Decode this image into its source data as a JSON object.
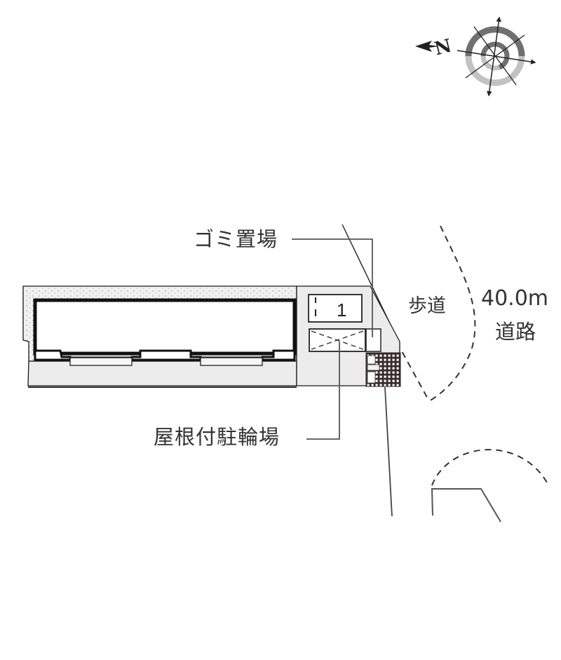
{
  "compass": {
    "north_label": "N",
    "icon": "compass-rose-icon"
  },
  "labels": {
    "garbage_area": "ゴミ置場",
    "covered_bicycle_parking": "屋根付駐輪場",
    "sidewalk": "歩道",
    "road_width": "40.0m",
    "road": "道路"
  },
  "parking": {
    "space_number": "1"
  },
  "colors": {
    "line": "#1a1a1a",
    "site_fill": "#ececec",
    "hatch_fill": "#f2f2f2",
    "leader": "#555555",
    "compass_dark": "#6e6e6e",
    "compass_light": "#bdbdbd"
  }
}
